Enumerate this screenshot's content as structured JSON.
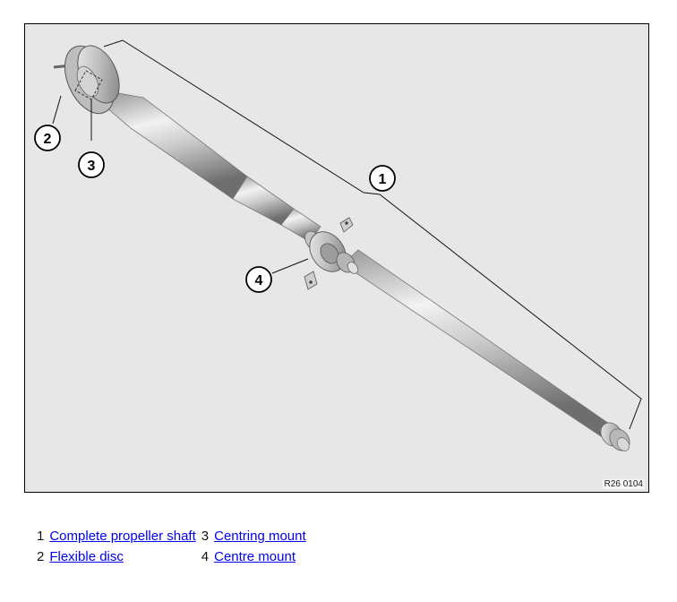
{
  "figure": {
    "reference_code": "R26 0104",
    "callouts": [
      "1",
      "2",
      "3",
      "4"
    ]
  },
  "legend": [
    {
      "number": "1",
      "label": "Complete propeller shaft"
    },
    {
      "number": "2",
      "label": "Flexible disc"
    },
    {
      "number": "3",
      "label": "Centring mount"
    },
    {
      "number": "4",
      "label": "Centre mount"
    }
  ]
}
